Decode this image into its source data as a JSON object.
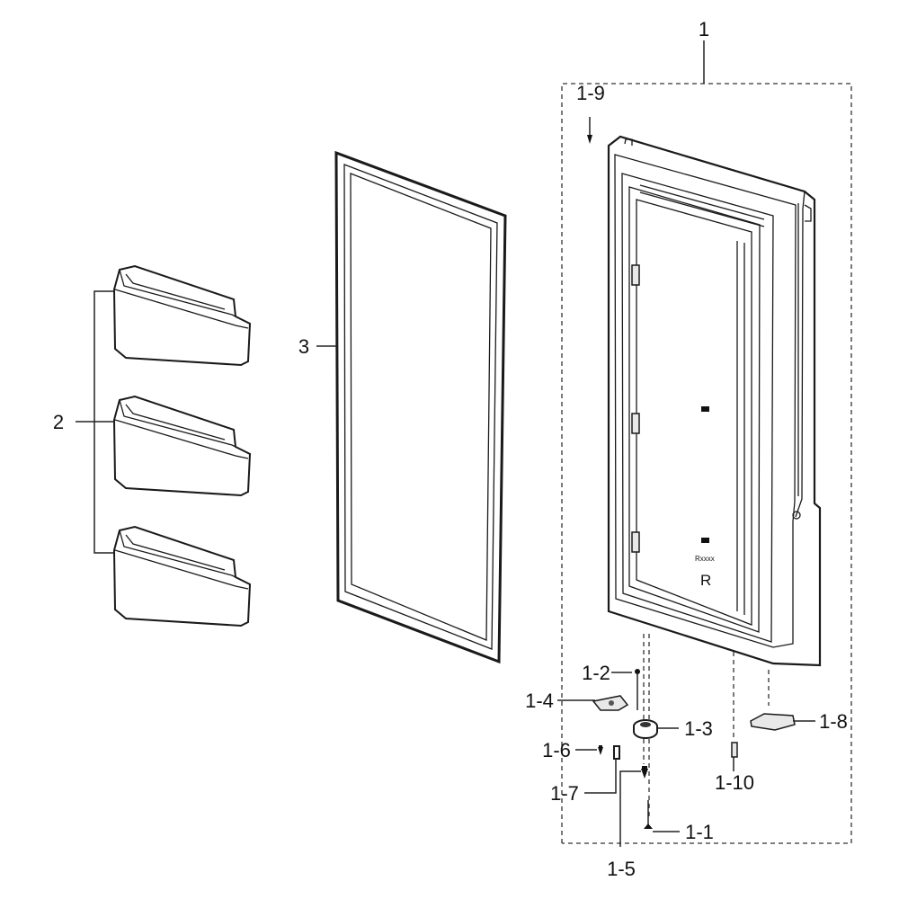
{
  "callouts": {
    "c1": "1",
    "c1_9": "1-9",
    "c2": "2",
    "c3": "3",
    "c1_2": "1-2",
    "c1_4": "1-4",
    "c1_3": "1-3",
    "c1_8": "1-8",
    "c1_6": "1-6",
    "c1_10": "1-10",
    "c1_7": "1-7",
    "c1_1": "1-1",
    "c1_5": "1-5"
  },
  "door_markings": {
    "side_letter": "R"
  }
}
